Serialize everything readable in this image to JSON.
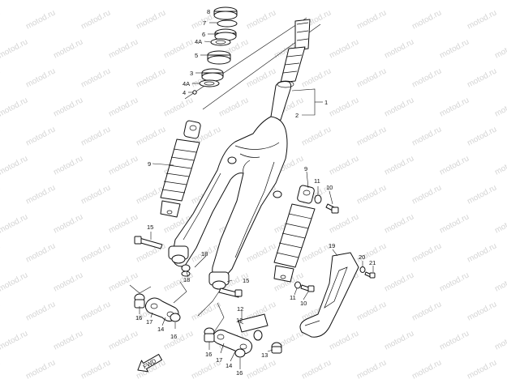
{
  "watermark": "motod.ru",
  "callouts": [
    {
      "id": "c8",
      "text": "8"
    },
    {
      "id": "c7",
      "text": "7"
    },
    {
      "id": "c6",
      "text": "6"
    },
    {
      "id": "c4a-top",
      "text": "4A"
    },
    {
      "id": "c5",
      "text": "5"
    },
    {
      "id": "c3",
      "text": "3"
    },
    {
      "id": "c4a-bot",
      "text": "4A"
    },
    {
      "id": "c4",
      "text": "4"
    },
    {
      "id": "c1",
      "text": "1"
    },
    {
      "id": "c2",
      "text": "2"
    },
    {
      "id": "c9-left",
      "text": "9"
    },
    {
      "id": "c9-right",
      "text": "9"
    },
    {
      "id": "c11-top",
      "text": "11"
    },
    {
      "id": "c10-top",
      "text": "10"
    },
    {
      "id": "c15-left",
      "text": "15"
    },
    {
      "id": "c15-right",
      "text": "15"
    },
    {
      "id": "c18-top",
      "text": "18"
    },
    {
      "id": "c18-bot",
      "text": "18"
    },
    {
      "id": "c19",
      "text": "19"
    },
    {
      "id": "c20",
      "text": "20"
    },
    {
      "id": "c21",
      "text": "21"
    },
    {
      "id": "c11-bot",
      "text": "11"
    },
    {
      "id": "c10-bot",
      "text": "10"
    },
    {
      "id": "c16-a",
      "text": "16"
    },
    {
      "id": "c17-a",
      "text": "17"
    },
    {
      "id": "c14-a",
      "text": "14"
    },
    {
      "id": "c16-b",
      "text": "16"
    },
    {
      "id": "c12-a",
      "text": "12"
    },
    {
      "id": "c12-b",
      "text": "12"
    },
    {
      "id": "c13",
      "text": "13"
    },
    {
      "id": "c16-c",
      "text": "16"
    },
    {
      "id": "c17-b",
      "text": "17"
    },
    {
      "id": "c14-b",
      "text": "14"
    },
    {
      "id": "c16-d",
      "text": "16"
    }
  ],
  "front_marker": "FWD"
}
